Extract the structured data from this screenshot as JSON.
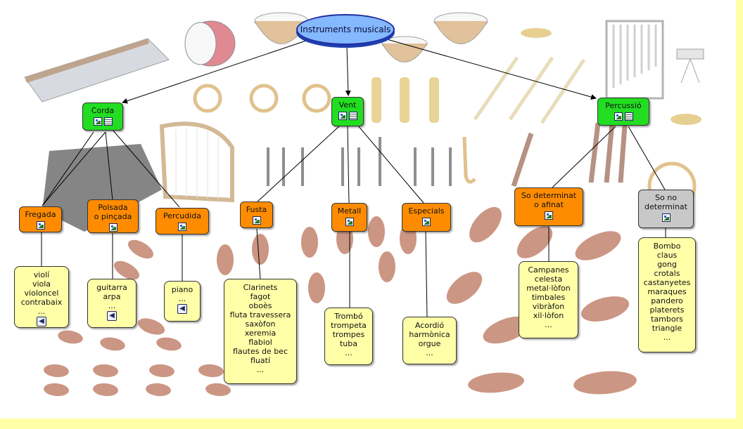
{
  "root": {
    "label": "Instruments musicals"
  },
  "families": [
    {
      "label": "Corda"
    },
    {
      "label": "Vent"
    },
    {
      "label": "Percussió"
    }
  ],
  "groups": [
    {
      "label": "Fregada"
    },
    {
      "label": "Polsada\no pinçada"
    },
    {
      "label": "Percudida"
    },
    {
      "label": "Fusta"
    },
    {
      "label": "Metall"
    },
    {
      "label": "Especials"
    },
    {
      "label": "So determinat\no afinat"
    },
    {
      "label": "So no\ndeterminat"
    }
  ],
  "lists": [
    {
      "items": [
        "violí",
        "viola",
        "violoncel",
        "contrabaix",
        "..."
      ]
    },
    {
      "items": [
        "guitarra",
        "arpa",
        "..."
      ]
    },
    {
      "items": [
        "piano",
        "..."
      ]
    },
    {
      "items": [
        "Clarinets",
        "fagot",
        "oboès",
        "fluta travessera",
        "saxòfon",
        "xeremia",
        "flabiol",
        "flautes de bec",
        "fluatí",
        "..."
      ]
    },
    {
      "items": [
        "Trombó",
        "trompeta",
        "trompes",
        "tuba",
        "..."
      ]
    },
    {
      "items": [
        "Acordió",
        "harmònica",
        "orgue",
        "..."
      ]
    },
    {
      "items": [
        "Campanes",
        "celesta",
        "metal·lòfon",
        "timbales",
        "vibràfon",
        "xil·lòfon",
        "..."
      ]
    },
    {
      "items": [
        "Bombo",
        "claus",
        "gong",
        "crotals",
        "castanyetes",
        "maraques",
        "pandero",
        "platerets",
        "tambors",
        "triangle",
        "..."
      ]
    }
  ],
  "icons": {
    "image": "image-icon",
    "document": "document-icon",
    "sound": "speaker-icon"
  },
  "colors": {
    "family": "#22dd22",
    "group": "#ff8c00",
    "group_undetermined": "#c8c8c8",
    "list": "#ffffa8",
    "root": "#84b8ff",
    "background_strip": "#ffffa8"
  }
}
